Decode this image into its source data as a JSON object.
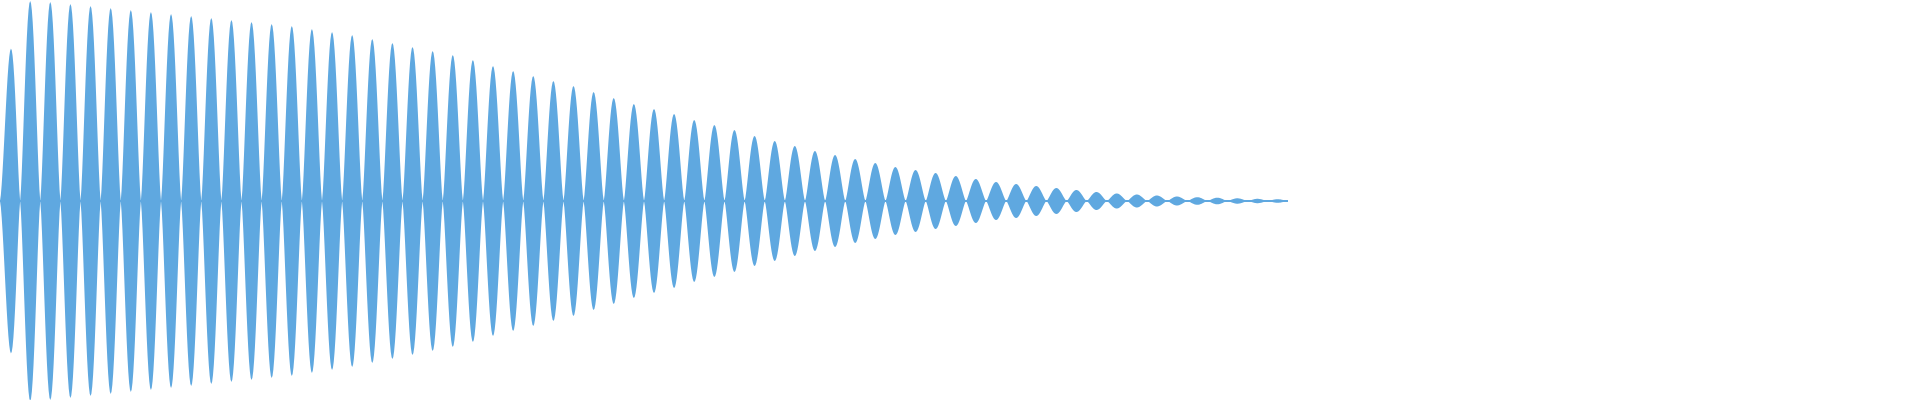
{
  "waveform": {
    "color": "#5fa8e0",
    "background": "#ffffff",
    "cycles": 64,
    "envelope": [
      0.5,
      1.0,
      1.0,
      0.99,
      0.98,
      0.97,
      0.96,
      0.95,
      0.94,
      0.93,
      0.92,
      0.91,
      0.9,
      0.89,
      0.88,
      0.87,
      0.85,
      0.84,
      0.82,
      0.8,
      0.78,
      0.76,
      0.74,
      0.72,
      0.69,
      0.66,
      0.64,
      0.61,
      0.59,
      0.56,
      0.53,
      0.5,
      0.47,
      0.45,
      0.42,
      0.39,
      0.37,
      0.34,
      0.31,
      0.29,
      0.26,
      0.24,
      0.22,
      0.2,
      0.18,
      0.16,
      0.15,
      0.13,
      0.12,
      0.1,
      0.09,
      0.08,
      0.07,
      0.06,
      0.05,
      0.04,
      0.035,
      0.03,
      0.025,
      0.02,
      0.018,
      0.015,
      0.012,
      0.01,
      0.008
    ]
  }
}
